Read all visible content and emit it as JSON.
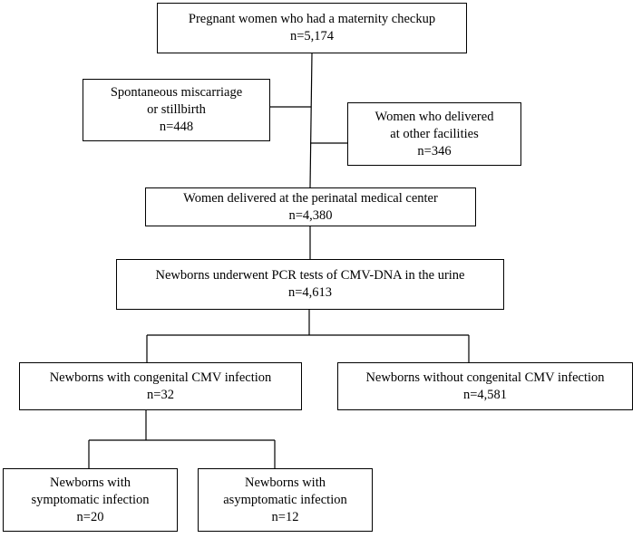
{
  "flowchart": {
    "nodes": [
      {
        "id": "checkup",
        "lines": [
          "Pregnant  women  who had a maternity  checkup",
          "n=5,174"
        ]
      },
      {
        "id": "miscarriage",
        "lines": [
          "Spontaneous  miscarriage",
          "or stillbirth",
          "n=448"
        ]
      },
      {
        "id": "other_facilities",
        "lines": [
          "Women who delivered",
          "at other facilities",
          "n=346"
        ]
      },
      {
        "id": "delivered",
        "lines": [
          "Women  delivered  at the perinatal  medical  center",
          "n=4,380"
        ]
      },
      {
        "id": "pcr",
        "lines": [
          "Newborns underwent  PCR tests of CMV-DNA in  the urine",
          "n=4,613"
        ]
      },
      {
        "id": "congenital",
        "lines": [
          "Newborns  with  congenital  CMV infection",
          "n=32"
        ]
      },
      {
        "id": "no_congenital",
        "lines": [
          "Newborns  without  congenital  CMV infection",
          "n=4,581"
        ]
      },
      {
        "id": "symptomatic",
        "lines": [
          "Newborns with",
          "symptomatic  infection",
          "n=20"
        ]
      },
      {
        "id": "asymptomatic",
        "lines": [
          "Newborns with",
          "asymptomatic  infection",
          "n=12"
        ]
      }
    ],
    "edges": [
      {
        "from": "checkup",
        "to": "miscarriage",
        "type": "exclusion"
      },
      {
        "from": "checkup",
        "to": "other_facilities",
        "type": "exclusion"
      },
      {
        "from": "checkup",
        "to": "delivered",
        "type": "flow"
      },
      {
        "from": "delivered",
        "to": "pcr",
        "type": "flow"
      },
      {
        "from": "pcr",
        "to": "congenital",
        "type": "flow"
      },
      {
        "from": "pcr",
        "to": "no_congenital",
        "type": "flow"
      },
      {
        "from": "congenital",
        "to": "symptomatic",
        "type": "flow"
      },
      {
        "from": "congenital",
        "to": "asymptomatic",
        "type": "flow"
      }
    ]
  }
}
